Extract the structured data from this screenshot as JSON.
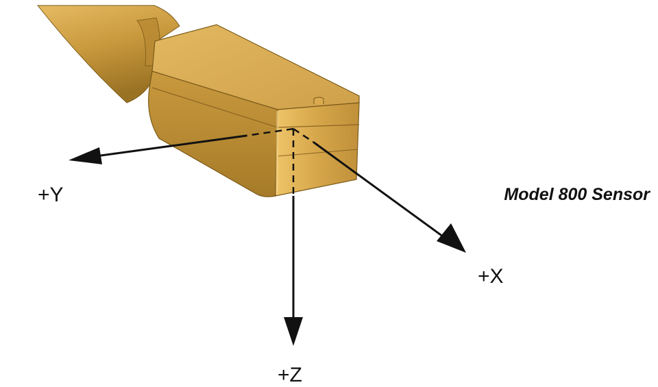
{
  "title": "Model 800 Sensor",
  "axes": {
    "y": {
      "label": "+Y"
    },
    "x": {
      "label": "+X"
    },
    "z": {
      "label": "+Z"
    }
  },
  "colors": {
    "body_light": "#e3b455",
    "body_mid": "#c99a3c",
    "body_dark": "#9c7322",
    "edge": "#7a5a1a",
    "arrow": "#111111",
    "background": "#ffffff"
  }
}
